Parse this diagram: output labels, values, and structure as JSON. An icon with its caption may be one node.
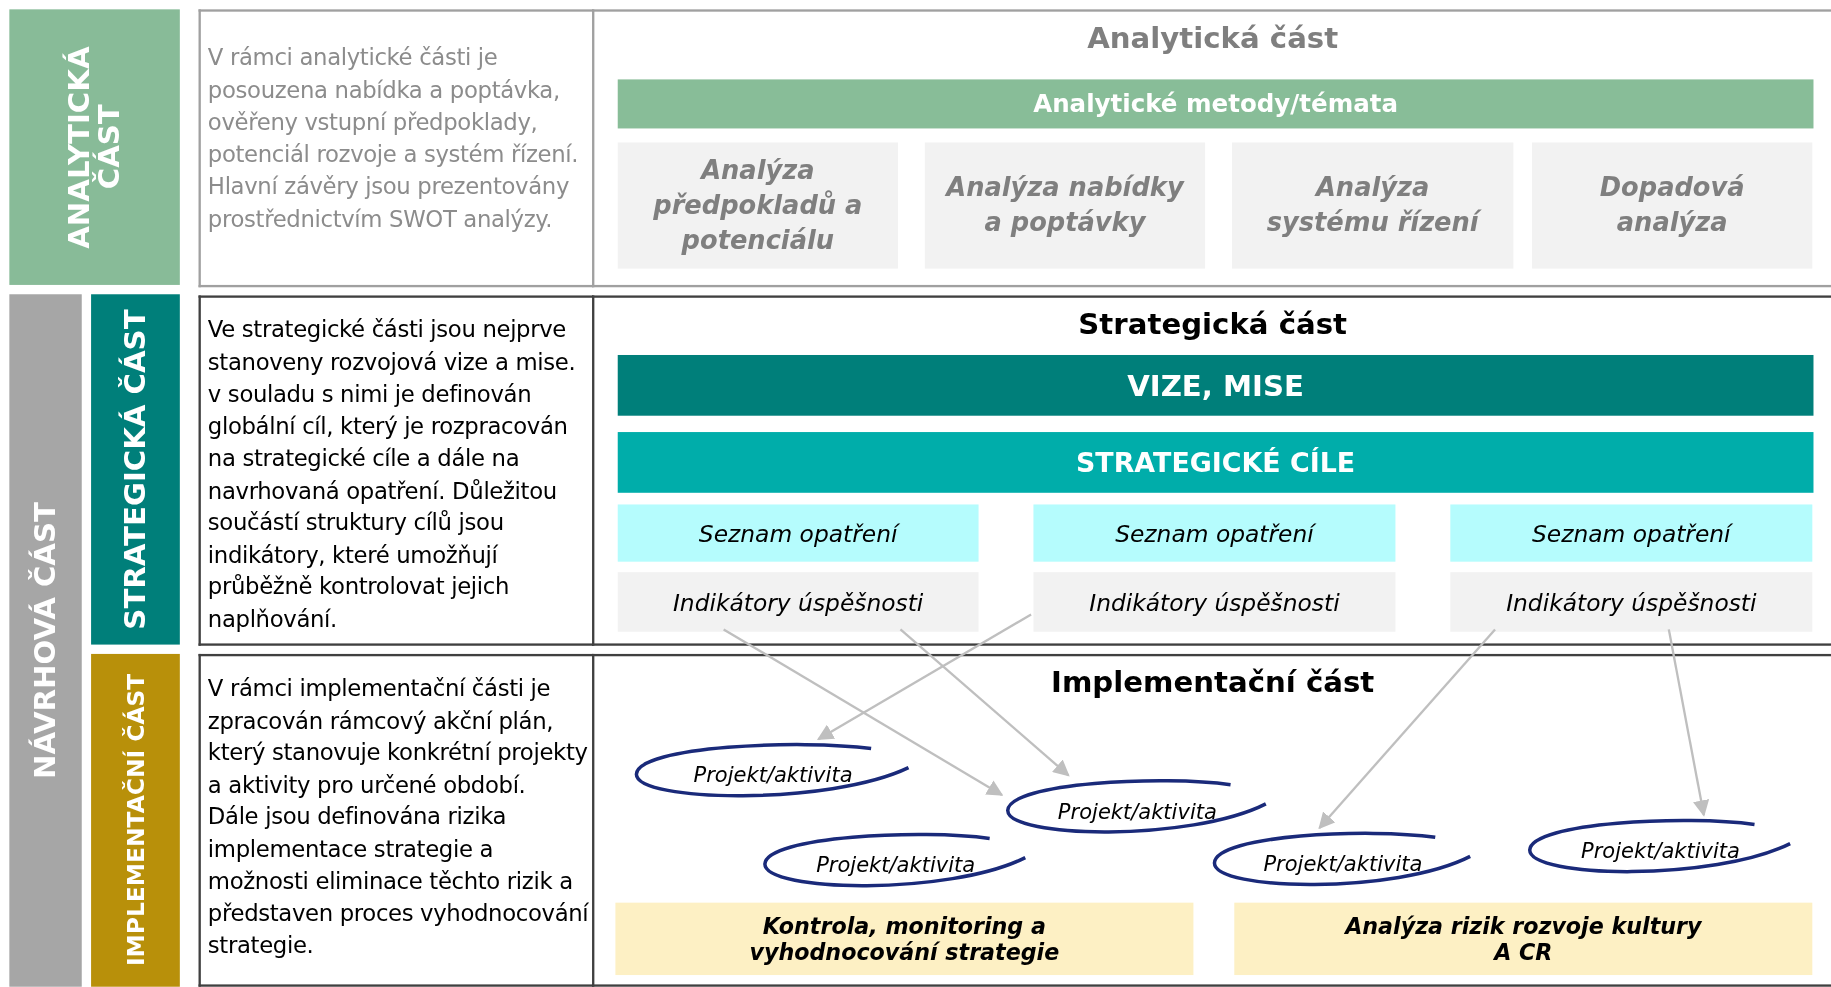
{
  "diagram": {
    "nodes": [
      {
        "text": [
          "ANALYTICKÁ ČÁST"
        ]
      },
      {
        "text": [
          "NÁVRHOVÁ ČÁST"
        ]
      },
      {
        "text": [
          "STRATEGICKÁ ČÁST"
        ]
      },
      {
        "text": [
          "IMPLEMENTAČNÍ ČÁST"
        ]
      },
      {
        "text": [
          "V rámci analytické části je posouzena nabídka a poptávka, ověřeny vstupní předpoklady, potenciál rozvoje a systém řízení.",
          "Hlavní závěry jsou prezentovány prostřednictvím SWOT analýzy."
        ]
      },
      {
        "text": [
          "Analytická část"
        ]
      },
      {
        "text": [
          "Analytické metody/témata"
        ],
        "in": 5
      },
      {
        "text": [
          "Analýza předpokladů a potenciálu"
        ],
        "in": 5
      },
      {
        "text": [
          "Analýza nabídky a poptávky"
        ],
        "in": 5
      },
      {
        "text": [
          "Analýza systému řízení"
        ],
        "in": 5
      },
      {
        "text": [
          "Dopadová analýza"
        ],
        "in": 5
      },
      {
        "text": [
          "Ve strategické části jsou nejprve stanoveny rozvojová vize a mise. v souladu s nimi je definován globální cíl, který je rozpracován na strategické cíle a dále na navrhovaná opatření. Důležitou součástí struktury cílů jsou indikátory, které umožňují průběžně kontrolovat jejich naplňování."
        ]
      },
      {
        "text": [
          "Strategická část"
        ]
      },
      {
        "text": [
          "VIZE, MISE"
        ],
        "in": 12
      },
      {
        "text": [
          "STRATEGICKÉ CÍLE"
        ],
        "in": 12
      },
      {
        "text": [
          "Seznam opatření"
        ],
        "in": 12
      },
      {
        "text": [
          "Indikátory úspěšnosti"
        ],
        "in": 12
      },
      {
        "text": [
          "Seznam opatření"
        ],
        "in": 12
      },
      {
        "text": [
          "Indikátory úspěšnosti"
        ],
        "in": 12
      },
      {
        "text": [
          "Seznam opatření"
        ],
        "in": 12
      },
      {
        "text": [
          "Indikátory úspěšnosti"
        ],
        "in": 12
      },
      {
        "text": [
          "V rámci implementační části je zpracován rámcový akční plán, který stanovuje konkrétní projekty a aktivity pro určené období.",
          "Dále jsou definována rizika implementace strategie a možnosti eliminace těchto rizik a představen proces vyhodnocování strategie."
        ]
      },
      {
        "text": [
          "Implementační část"
        ]
      },
      {
        "text": [
          "Projekt/aktivita"
        ],
        "in": 22
      },
      {
        "text": [
          "Projekt/aktivita"
        ],
        "in": 22
      },
      {
        "text": [
          "Projekt/aktivita"
        ],
        "in": 22
      },
      {
        "text": [
          "Projekt/aktivita"
        ],
        "in": 22
      },
      {
        "text": [
          "Projekt/aktivita"
        ],
        "in": 22
      },
      {
        "text": [
          "Kontrola, monitoring a vyhodnocování strategie"
        ],
        "in": 22
      },
      {
        "text": [
          "Analýza rizik rozvoje kultury A CR"
        ],
        "in": 22
      }
    ],
    "edges": [
      {
        "from": 16,
        "to": 25,
        "arrow": "to"
      },
      {
        "from": 16,
        "to": 25,
        "arrow": "to"
      },
      {
        "from": 18,
        "to": 23,
        "arrow": "to"
      },
      {
        "from": 20,
        "to": 26,
        "arrow": "to"
      },
      {
        "from": 20,
        "to": 27,
        "arrow": "to"
      }
    ]
  }
}
